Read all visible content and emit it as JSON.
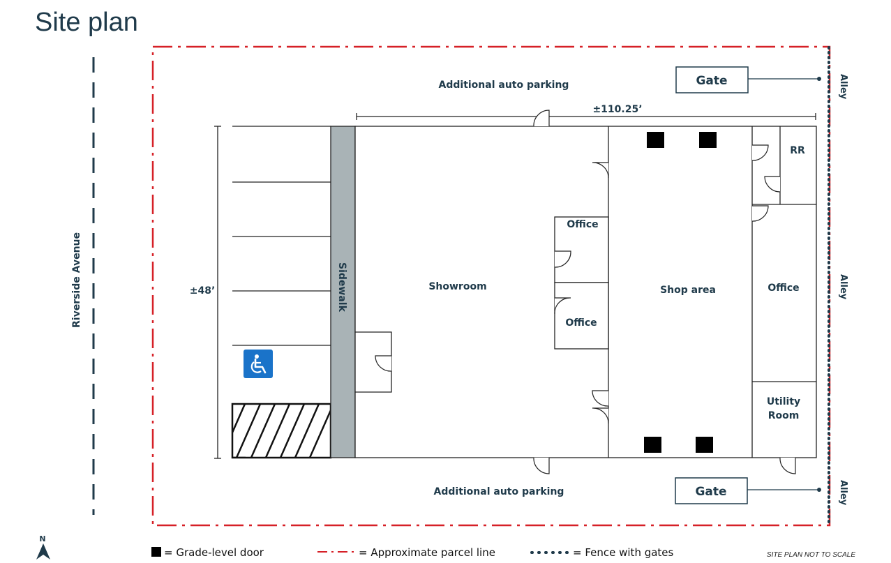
{
  "title": "Site plan",
  "street": "Riverside Avenue",
  "alley_label": "Alley",
  "gate_label": "Gate",
  "parking_top": "Additional auto parking",
  "parking_bottom": "Additional auto parking",
  "dimension_width": "±110.25’",
  "dimension_depth": "±48’",
  "rooms": {
    "sidewalk": "Sidewalk",
    "showroom": "Showroom",
    "office_1": "Office",
    "office_2": "Office",
    "shop_area": "Shop area",
    "restroom": "RR",
    "office_3": "Office",
    "utility_line1": "Utility",
    "utility_line2": "Room"
  },
  "legend": {
    "grade_door": "= Grade-level door",
    "parcel_line": "= Approximate parcel line",
    "fence": "= Fence with gates"
  },
  "compass": "N",
  "scale_note": "SITE PLAN NOT TO SCALE",
  "colors": {
    "parcel_line": "#d62027",
    "text_dark": "#1f3a4a",
    "sidewalk": "#a9b3b6",
    "accessible_sign": "#1a73c9",
    "gate_border": "#1f3a4a"
  },
  "icons": [
    "accessible-parking-icon",
    "north-arrow-icon"
  ]
}
